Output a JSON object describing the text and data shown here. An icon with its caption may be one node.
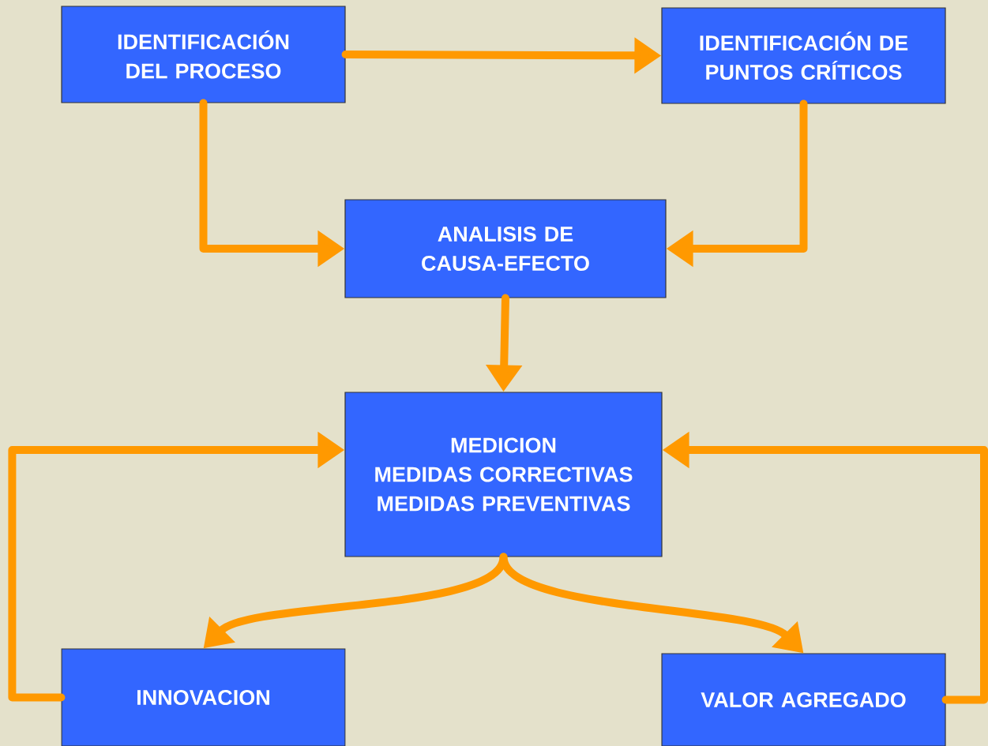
{
  "diagram": {
    "nodes": [
      {
        "text": [
          "IDENTIFICACIÓN DEL PROCESO"
        ]
      },
      {
        "text": [
          "IDENTIFICACIÓN DE PUNTOS CRÍTICOS"
        ]
      },
      {
        "text": [
          "ANALISIS DE CAUSA-EFECTO"
        ]
      },
      {
        "text": [
          "MEDICION",
          "MEDIDAS CORRECTIVAS",
          "MEDIDAS PREVENTIVAS"
        ]
      },
      {
        "text": [
          "INNOVACION"
        ]
      },
      {
        "text": [
          "VALOR AGREGADO"
        ]
      }
    ],
    "edges": [
      {
        "from": 0,
        "to": 1,
        "arrow": "to"
      },
      {
        "from": 0,
        "to": 2,
        "arrow": "to"
      },
      {
        "from": 1,
        "to": 2,
        "arrow": "to"
      },
      {
        "from": 2,
        "to": 3,
        "arrow": "to"
      },
      {
        "from": 3,
        "to": 4,
        "arrow": "to"
      },
      {
        "from": 3,
        "to": 5,
        "arrow": "to"
      },
      {
        "from": 4,
        "to": 3,
        "arrow": "to"
      },
      {
        "from": 5,
        "to": 3,
        "arrow": "to"
      }
    ]
  }
}
